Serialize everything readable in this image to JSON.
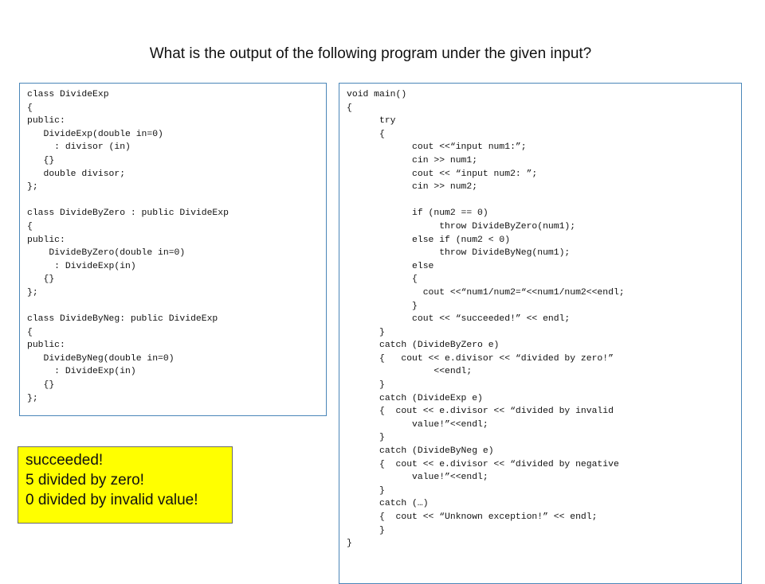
{
  "slide": {
    "title": "What is the output of the following program under the given input?"
  },
  "left_code": {
    "lines": [
      "class DivideExp",
      "{",
      "public:",
      "   DivideExp(double in=0)",
      "     : divisor (in)",
      "   {}",
      "   double divisor;",
      "};",
      "",
      "class DivideByZero : public DivideExp",
      "{",
      "public:",
      "    DivideByZero(double in=0)",
      "     : DivideExp(in)",
      "   {}",
      "};",
      "",
      "class DivideByNeg: public DivideExp",
      "{",
      "public:",
      "   DivideByNeg(double in=0)",
      "     : DivideExp(in)",
      "   {}",
      "};"
    ]
  },
  "right_code": {
    "lines": [
      "void main()",
      "{",
      "      try",
      "      {",
      "            cout <<“input num1:”;",
      "            cin >> num1;",
      "            cout << “input num2: ”;",
      "            cin >> num2;",
      "",
      "            if (num2 == 0)",
      "                 throw DivideByZero(num1);",
      "            else if (num2 < 0)",
      "                 throw DivideByNeg(num1);",
      "            else",
      "            {",
      "              cout <<“num1/num2=“<<num1/num2<<endl;",
      "            }",
      "            cout << “succeeded!” << endl;",
      "      }",
      "      catch (DivideByZero e)",
      "      {   cout << e.divisor << “divided by zero!”",
      "                <<endl;",
      "      }",
      "      catch (DivideExp e)",
      "      {  cout << e.divisor << “divided by invalid",
      "            value!”<<endl;",
      "      }",
      "      catch (DivideByNeg e)",
      "      {  cout << e.divisor << “divided by negative",
      "            value!”<<endl;",
      "      }",
      "      catch (…)",
      "      {  cout << “Unknown exception!” << endl;",
      "      }",
      "}"
    ]
  },
  "answer": {
    "lines": [
      "succeeded!",
      "5 divided by zero!",
      "0 divided by invalid value!"
    ],
    "background_color": "#ffff00"
  }
}
